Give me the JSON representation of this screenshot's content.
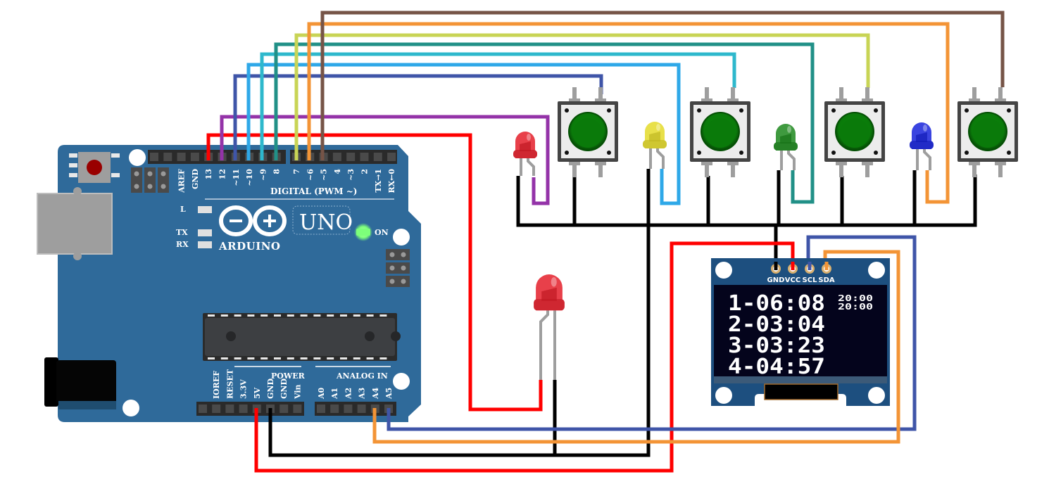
{
  "diagram": {
    "title": "Arduino UNO chess clock circuit with 4 buttons, 5 LEDs and OLED display",
    "board": {
      "name": "Arduino UNO",
      "brand_label": "ARDUINO",
      "model_label": "UNO",
      "on_label": "ON",
      "led_labels": {
        "l": "L",
        "tx": "TX",
        "rx": "RX"
      },
      "digital_header_label": "DIGITAL (PWM ~)",
      "digital_pins": [
        "AREF",
        "GND",
        "13",
        "12",
        "~11",
        "~10",
        "~9",
        "8",
        "7",
        "~6",
        "~5",
        "4",
        "~3",
        "2",
        "TX→1",
        "RX←0"
      ],
      "power_header_label": "POWER",
      "power_pins": [
        "IOREF",
        "RESET",
        "3.3V",
        "5V",
        "GND",
        "GND",
        "Vin"
      ],
      "analog_header_label": "ANALOG IN",
      "analog_pins": [
        "A0",
        "A1",
        "A2",
        "A3",
        "A4",
        "A5"
      ],
      "board_color": "#2f6a9a",
      "on_led_color": "#7dff7a"
    },
    "oled": {
      "name": "OLED display module",
      "pins": [
        "GND",
        "VCC",
        "SCL",
        "SDA"
      ],
      "lines": [
        "1-06:08",
        "2-03:04",
        "3-03:23",
        "4-04:57"
      ],
      "side_lines": [
        "20:00",
        "20:00"
      ]
    },
    "leds": [
      {
        "name": "led-red-1",
        "color": "#e8404a"
      },
      {
        "name": "led-yellow",
        "color": "#e8e04a"
      },
      {
        "name": "led-green",
        "color": "#3f9a3f"
      },
      {
        "name": "led-blue",
        "color": "#3a44e0"
      },
      {
        "name": "led-red-status",
        "color": "#e8404a"
      }
    ],
    "buttons": [
      {
        "name": "button-1",
        "cap_color": "#0a7a0a"
      },
      {
        "name": "button-2",
        "cap_color": "#0a7a0a"
      },
      {
        "name": "button-3",
        "cap_color": "#0a7a0a"
      },
      {
        "name": "button-4",
        "cap_color": "#0a7a0a"
      }
    ],
    "wire_colors": {
      "pin13": "#ff0000",
      "pin12": "#9433a8",
      "pin11": "#3f55a8",
      "pin10": "#2ea8e8",
      "pin9": "#2eb8cc",
      "pin8": "#219087",
      "pin7": "#c8d455",
      "pin6": "#f39436",
      "pin5": "#765447",
      "gnd": "#000000",
      "vcc": "#ff0000",
      "scl": "#3f55a8",
      "sda": "#f39436"
    }
  }
}
